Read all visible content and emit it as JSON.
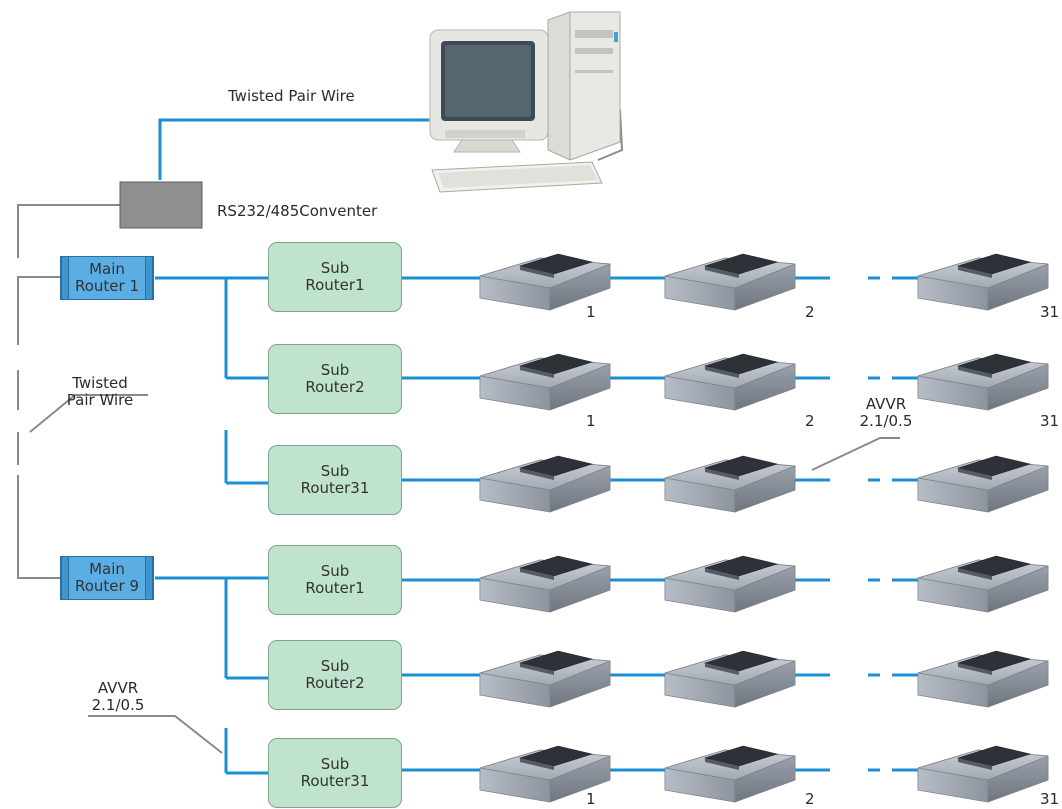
{
  "computer": {
    "label": "Twisted Pair Wire"
  },
  "converter": {
    "label": "RS232/485Conventer"
  },
  "left_cable": {
    "line1": "Twisted",
    "line2": "Pair Wire"
  },
  "main_routers": [
    {
      "line1": "Main",
      "line2": "Router 1"
    },
    {
      "line1": "Main",
      "line2": "Router 9"
    }
  ],
  "sub_routers": [
    {
      "line1": "Sub",
      "line2": "Router1"
    },
    {
      "line1": "Sub",
      "line2": "Router2"
    },
    {
      "line1": "Sub",
      "line2": "Router31"
    },
    {
      "line1": "Sub",
      "line2": "Router1"
    },
    {
      "line1": "Sub",
      "line2": "Router2"
    },
    {
      "line1": "Sub",
      "line2": "Router31"
    }
  ],
  "unit_numbers": {
    "row1": [
      "1",
      "2",
      "31"
    ],
    "row2": [
      "1",
      "2",
      "31"
    ],
    "row6": [
      "1",
      "2",
      "31"
    ]
  },
  "cable_notes": [
    {
      "line1": "AVVR",
      "line2": "2.1/0.5"
    },
    {
      "line1": "AVVR",
      "line2": "2.1/0.5"
    }
  ],
  "colors": {
    "bus": "#1a8fd6",
    "gray_wire": "#8a8a8a",
    "main_router": "#5aaee4",
    "sub_router": "#bfe3cc",
    "converter": "#8f8f8f"
  }
}
